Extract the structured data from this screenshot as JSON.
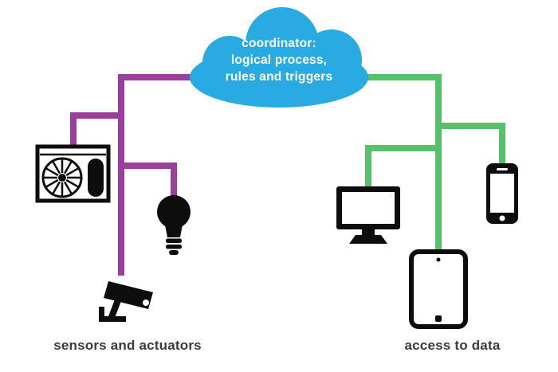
{
  "cloud": {
    "lines": [
      "coordinator:",
      "logical process,",
      "rules and triggers"
    ]
  },
  "labels": {
    "left": "sensors and actuators",
    "right": "access to data"
  },
  "colors": {
    "cloud_blue": "#29abe2",
    "branch_purple": "#9a3f9e",
    "branch_green": "#58c06a",
    "icon_black": "#0d0d0d",
    "label_text": "#3b3b3b"
  },
  "icons": {
    "left": [
      "ac-unit-icon",
      "lightbulb-icon",
      "cctv-camera-icon"
    ],
    "right": [
      "monitor-icon",
      "tablet-icon",
      "smartphone-icon"
    ]
  }
}
